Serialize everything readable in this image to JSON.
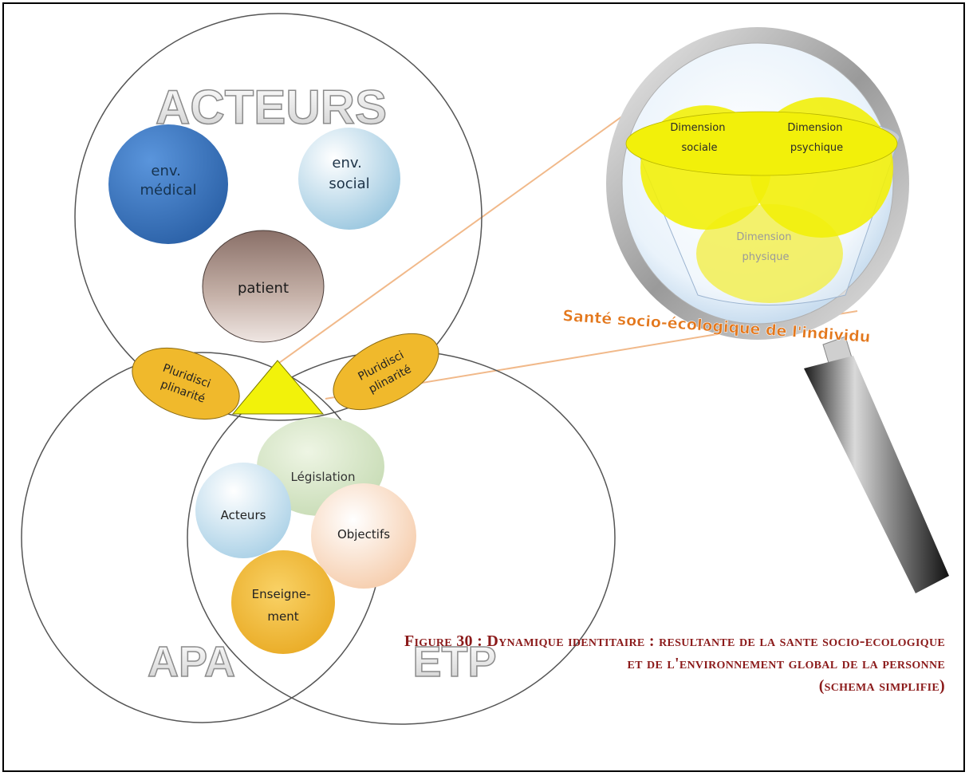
{
  "actors_title": "ACTEURS",
  "apa_title": "APA",
  "etp_title": "ETP",
  "env_medical": [
    "env.",
    "médical"
  ],
  "env_social": [
    "env.",
    "social"
  ],
  "patient": "patient",
  "pluri_left": [
    "Pluridisci",
    "plinarité"
  ],
  "pluri_right": [
    "Pluridisci",
    "plinarité"
  ],
  "legislation": "Législation",
  "acteurs": "Acteurs",
  "objectifs": "Objectifs",
  "enseignement": [
    "Enseigne-",
    "ment"
  ],
  "dim_sociale": [
    "Dimension",
    "sociale"
  ],
  "dim_psychique": [
    "Dimension",
    "psychique"
  ],
  "dim_physique": [
    "Dimension",
    "physique"
  ],
  "sante_label": "Santé socio-écologique de l'individu",
  "caption": {
    "line1": "Figure 30 : Dynamique identitaire : resultante de la sante socio-ecologique",
    "line2": "et de l'environnement global de la personne",
    "line3": "(schema simplifie)"
  },
  "colors": {
    "medical": "#3b78c4",
    "yellow": "#f2f20a",
    "orange": "#f0b92c",
    "caption": "#8b1a1a"
  }
}
